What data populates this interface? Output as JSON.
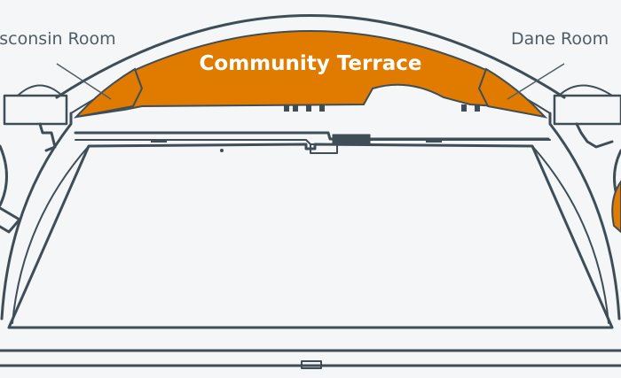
{
  "map": {
    "rooms": {
      "wisconsin_room": {
        "label": "isconsin Room",
        "fill": "#f4f6f8"
      },
      "community_terrace": {
        "label": "Community Terrace",
        "fill": "#e07b00"
      },
      "dane_room": {
        "label": "Dane Room",
        "fill": "#f4f6f8"
      }
    },
    "colors": {
      "wall": "#3f4d56",
      "accent": "#e07b00",
      "background": "#f4f6f8",
      "label_text": "#4f5e66"
    }
  }
}
